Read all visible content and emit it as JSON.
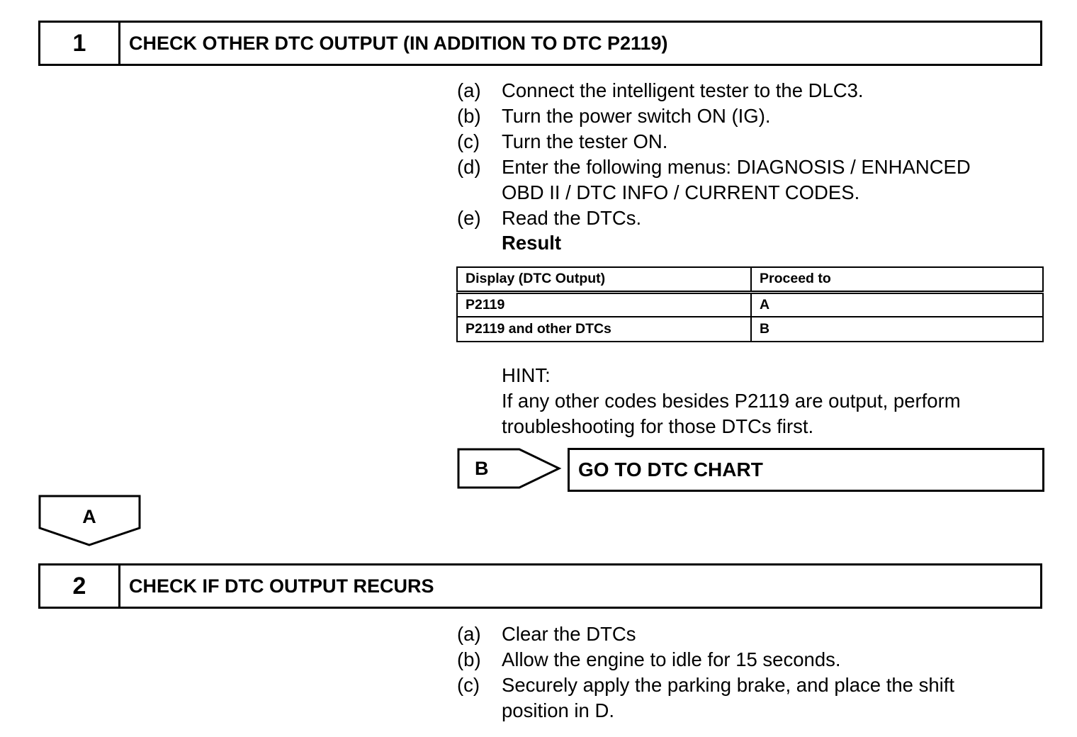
{
  "step1": {
    "number": "1",
    "title": "CHECK OTHER DTC OUTPUT (IN ADDITION TO DTC P2119)",
    "instructions": [
      {
        "label": "(a)",
        "lines": [
          "Connect the intelligent tester to the DLC3."
        ]
      },
      {
        "label": "(b)",
        "lines": [
          "Turn the power switch ON (IG)."
        ]
      },
      {
        "label": "(c)",
        "lines": [
          "Turn the tester ON."
        ]
      },
      {
        "label": "(d)",
        "lines": [
          "Enter the following menus: DIAGNOSIS / ENHANCED",
          "OBD II / DTC INFO / CURRENT CODES."
        ]
      },
      {
        "label": "(e)",
        "lines": [
          "Read the DTCs."
        ]
      }
    ],
    "result_label": "Result",
    "result_table": {
      "headers": [
        "Display (DTC Output)",
        "Proceed to"
      ],
      "rows": [
        [
          "P2119",
          "A"
        ],
        [
          "P2119 and other DTCs",
          "B"
        ]
      ]
    },
    "hint_label": "HINT:",
    "hint_lines": [
      "If any other codes besides P2119 are output, perform",
      "troubleshooting for those DTCs first."
    ],
    "branch_b": {
      "label": "B",
      "action": "GO TO DTC CHART"
    },
    "branch_a": {
      "label": "A"
    }
  },
  "step2": {
    "number": "2",
    "title": "CHECK IF DTC OUTPUT RECURS",
    "instructions": [
      {
        "label": "(a)",
        "lines": [
          "Clear the DTCs"
        ]
      },
      {
        "label": "(b)",
        "lines": [
          "Allow the engine to idle for 15 seconds."
        ]
      },
      {
        "label": "(c)",
        "lines": [
          "Securely apply the parking brake, and place the shift",
          "position in D."
        ]
      }
    ]
  }
}
